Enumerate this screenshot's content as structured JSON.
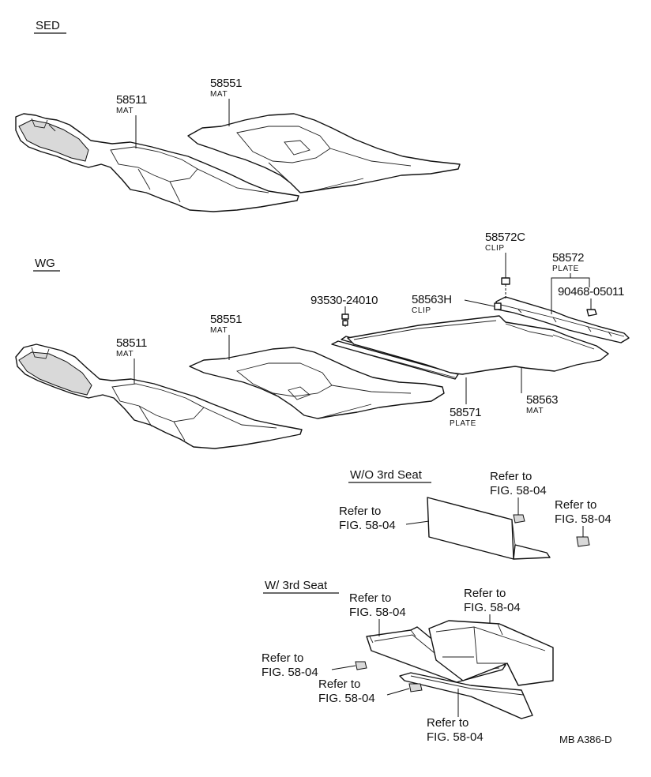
{
  "sections": {
    "sed": "SED",
    "wg": "WG",
    "wo3rd": "W/O 3rd Seat",
    "w3rd": "W/ 3rd Seat"
  },
  "sed": {
    "front_mat": {
      "number": "58511",
      "name": "MAT"
    },
    "rear_mat": {
      "number": "58551",
      "name": "MAT"
    }
  },
  "wg": {
    "front_mat": {
      "number": "58511",
      "name": "MAT"
    },
    "rear_mat": {
      "number": "58551",
      "name": "MAT"
    },
    "bolt": {
      "number": "93530-24010"
    },
    "clip_c": {
      "number": "58572C",
      "name": "CLIP"
    },
    "plate_572": {
      "number": "58572",
      "name": "PLATE"
    },
    "clip_h": {
      "number": "58563H",
      "name": "CLIP"
    },
    "nut": {
      "number": "90468-05011"
    },
    "plate_571": {
      "number": "58571",
      "name": "PLATE"
    },
    "cargo_mat": {
      "number": "58563",
      "name": "MAT"
    }
  },
  "refs": [
    {
      "line1": "Refer to",
      "line2": "FIG. 58-04"
    },
    {
      "line1": "Refer to",
      "line2": "FIG. 58-04"
    },
    {
      "line1": "Refer to",
      "line2": "FIG. 58-04"
    },
    {
      "line1": "Refer to",
      "line2": "FIG. 58-04"
    },
    {
      "line1": "Refer to",
      "line2": "FIG. 58-04"
    },
    {
      "line1": "Refer to",
      "line2": "FIG. 58-04"
    },
    {
      "line1": "Refer to",
      "line2": "FIG. 58-04"
    },
    {
      "line1": "Refer to",
      "line2": "FIG. 58-04"
    }
  ],
  "code": "MB  A386-D"
}
